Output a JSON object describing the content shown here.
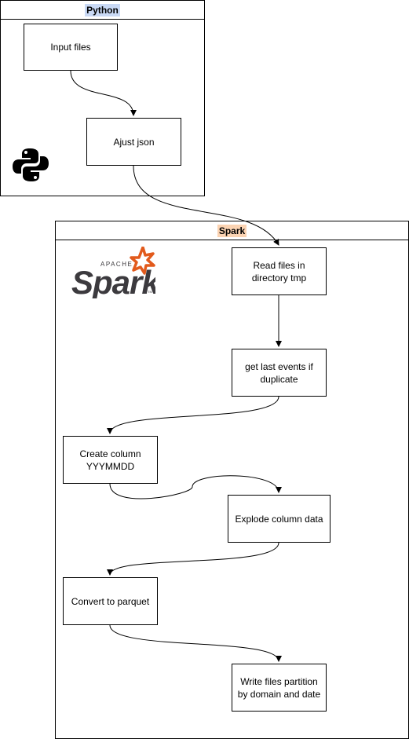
{
  "python": {
    "title": "Python",
    "title_bg": "#c9d9f5",
    "logo_icon": "python-logo-icon"
  },
  "spark": {
    "title": "Spark",
    "title_bg": "#fbd3b2",
    "logo_icon": "apache-spark-logo-icon",
    "logo_text": "Spark",
    "logo_apache": "APACHE",
    "logo_tm": "TM",
    "accent": "#e25a1c"
  },
  "nodes": {
    "input_files": "Input files",
    "ajust_json": "Ajust json",
    "read_files": "Read files in directory tmp",
    "get_last_events": "get last events if duplicate",
    "create_column": "Create column YYYMMDD",
    "explode_column": "Explode column data",
    "convert_parquet": "Convert to parquet",
    "write_files": "Write files partition by domain and date"
  },
  "edges": [
    {
      "from": "input_files",
      "to": "ajust_json"
    },
    {
      "from": "ajust_json",
      "to": "read_files"
    },
    {
      "from": "read_files",
      "to": "get_last_events"
    },
    {
      "from": "get_last_events",
      "to": "create_column"
    },
    {
      "from": "create_column",
      "to": "explode_column"
    },
    {
      "from": "explode_column",
      "to": "convert_parquet"
    },
    {
      "from": "convert_parquet",
      "to": "write_files"
    }
  ]
}
